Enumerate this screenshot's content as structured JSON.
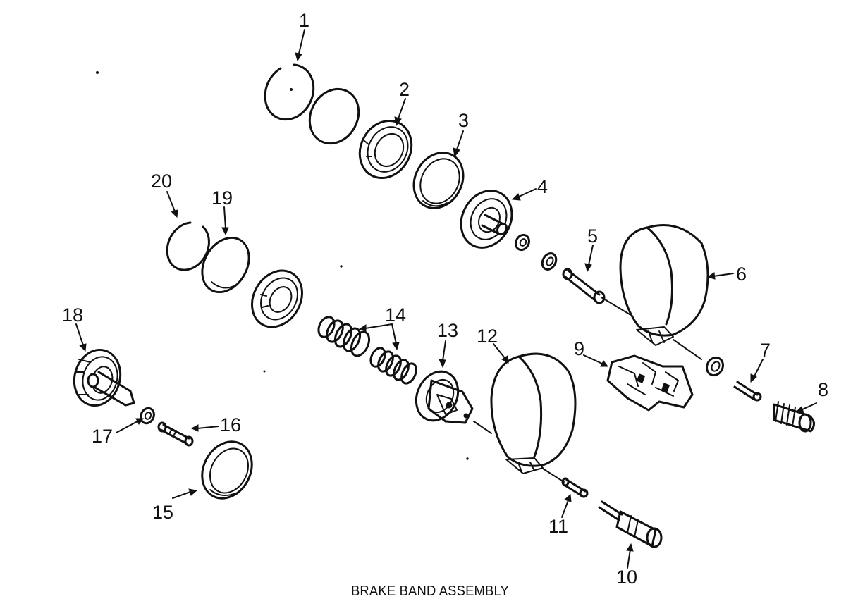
{
  "caption": "BRAKE BAND ASSEMBLY",
  "callouts": {
    "c1": "1",
    "c2": "2",
    "c3": "3",
    "c4": "4",
    "c5": "5",
    "c6": "6",
    "c7": "7",
    "c8": "8",
    "c9": "9",
    "c10": "10",
    "c11": "11",
    "c12": "12",
    "c13": "13",
    "c14": "14",
    "c15": "15",
    "c16": "16",
    "c17": "17",
    "c18": "18",
    "c19": "19",
    "c20": "20"
  }
}
